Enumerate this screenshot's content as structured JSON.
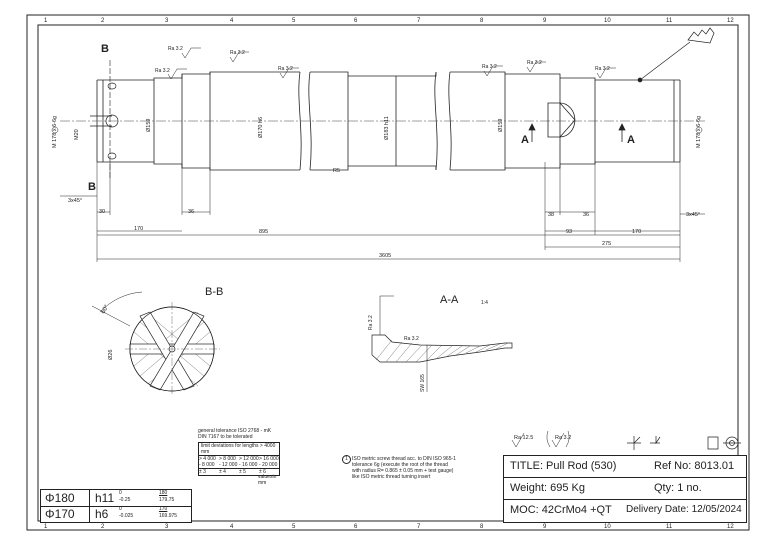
{
  "border": {
    "top_numbers": [
      "1",
      "2",
      "3",
      "4",
      "5",
      "6",
      "7",
      "8",
      "9",
      "10",
      "11",
      "12"
    ],
    "bottom_numbers": [
      "1",
      "2",
      "3",
      "4",
      "5",
      "6",
      "7",
      "8",
      "9",
      "10",
      "11",
      "12"
    ]
  },
  "section_marks": {
    "b": "B",
    "a": "A"
  },
  "roughness": {
    "ra32": "Ra 3.2",
    "ra125": "Ra 12.5"
  },
  "dimensions": {
    "thread_left": "M 178 x 6-6g",
    "thread_right": "M 178 x 6-6g",
    "m20": "M20",
    "d159_left": "Ø159",
    "d170": "Ø170 h6",
    "d183": "Ø183 h11",
    "d159_right": "Ø159",
    "r5": "R5",
    "chamfer_left": "3x45°",
    "chamfer_right": "3x45°",
    "l30": "30",
    "l170_left": "170",
    "l36_left": "36",
    "l895": "895",
    "l3605": "3605",
    "l38": "38",
    "l36_right": "36",
    "l93": "93",
    "l170_right": "170",
    "l275": "275",
    "d26": "Ø26",
    "a60": "60°",
    "sw": "SW 165"
  },
  "views": {
    "bb_title": "B-B",
    "aa_title": "A-A",
    "aa_scale": "1:4"
  },
  "tolerance_note": {
    "title": "general tolerance ISO 2768 - mK",
    "subtitle": "DIN 7167 to be tolerated",
    "header": "limit deviations for lengths > 4000 mm",
    "row1": [
      "> 4 000",
      "> 8 000",
      "> 12 000",
      "> 16 000"
    ],
    "row2": [
      "- 8 000",
      "- 12 000",
      "- 16 000",
      "- 20 000"
    ],
    "row3": [
      "± 3",
      "± 4",
      "± 5",
      "± 6"
    ],
    "foot": "valuesin mm"
  },
  "thread_note": {
    "num": "1",
    "lines": [
      "ISO metric screw thread acc. to DIN ISO 965-1",
      "tolerance 6g (execute the root of the thread",
      "with radius R= 0.865 ± 0.05 mm + test gauge)",
      "like ISO metric thread turning insert"
    ]
  },
  "title_block": {
    "title": "TITLE: Pull Rod (530)",
    "ref": "Ref No: 8013.01",
    "weight": "Weight: 695 Kg",
    "qty": "Qty: 1 no.",
    "moc": "MOC: 42CrMo4 +QT",
    "delivery": "Delivery Date: 12/05/2024"
  },
  "fit_table": [
    {
      "dia": "Φ180",
      "fit": "h11",
      "upper": "0",
      "lower": "-0.25",
      "max": "180",
      "min": "179.75"
    },
    {
      "dia": "Φ170",
      "fit": "h6",
      "upper": "0",
      "lower": "-0.025",
      "max": "170",
      "min": "169.975"
    }
  ],
  "colors": {
    "ink": "#222222",
    "hatch": "#555555"
  }
}
